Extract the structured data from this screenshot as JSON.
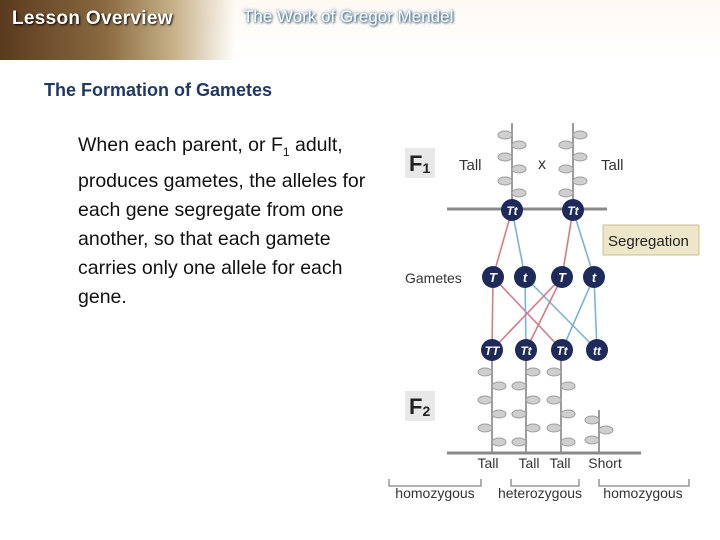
{
  "header": {
    "lesson_label": "Lesson Overview",
    "unit_title": "The Work of Gregor Mendel"
  },
  "slide": {
    "title": "The Formation of Gametes",
    "body_pre": "When each parent, or F",
    "body_sub": "1",
    "body_post": "adult, produces gametes, the alleles for each gene segregate from one another, so that each gamete carries only one allele for each gene."
  },
  "diagram": {
    "f1_letter": "F",
    "f1_sub": "1",
    "f2_letter": "F",
    "f2_sub": "2",
    "left_parent": "Tall",
    "cross_symbol": "x",
    "right_parent": "Tall",
    "parent_alleles": [
      "Tt",
      "Tt"
    ],
    "segregation_label": "Segregation",
    "gametes_label": "Gametes",
    "gametes": [
      "T",
      "t",
      "T",
      "t"
    ],
    "offspring": [
      "TT",
      "Tt",
      "Tt",
      "tt"
    ],
    "phenotypes": [
      "Tall",
      "Tall",
      "Tall",
      "Short"
    ],
    "genotype_labels": [
      "homozygous",
      "heterozygous",
      "homozygous"
    ],
    "colors": {
      "allele_circle": "#1d2a5a",
      "red_line": "#d87a86",
      "blue_line": "#7ab4d8",
      "segregation_box": "#ede6c8"
    }
  }
}
